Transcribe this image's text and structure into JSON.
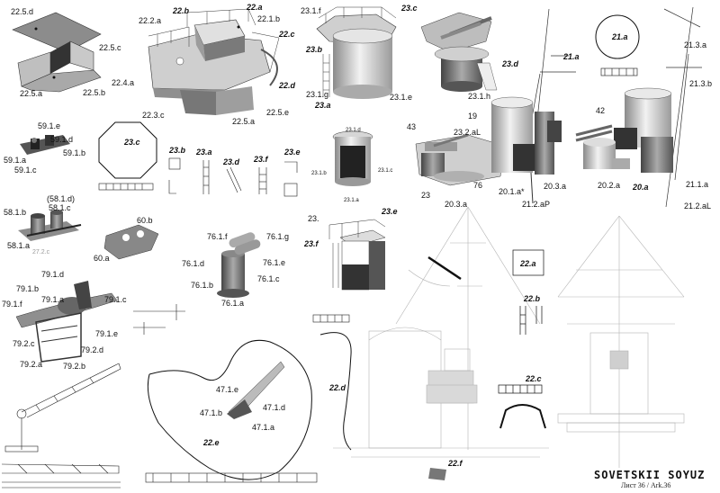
{
  "sheet": {
    "title": "SOVETSKII SOYUZ",
    "subtitle": "Лист 36 / Ark.36"
  },
  "labels": {
    "l_22_5_d": "22.5.d",
    "l_22_5_c": "22.5.c",
    "l_22_5_a_top": "22.5.a",
    "l_22_5_b": "22.5.b",
    "l_22_2_a": "22.2.a",
    "l_22_b": "22.b",
    "l_22_a": "22.a",
    "l_22_1_b": "22.1.b",
    "l_22_c": "22.c",
    "l_22_4_a": "22.4.a",
    "l_22_d": "22.d",
    "l_22_3_c": "22.3.c",
    "l_22_5_e": "22.5.e",
    "l_22_5_a": "22.5.a",
    "l_23_1_f": "23.1.f",
    "l_23_c": "23.c",
    "l_23_b": "23.b",
    "l_23_1_g": "23.1.g",
    "l_23_a": "23.a",
    "l_23_1_e": "23.1.e",
    "l_23_d": "23.d",
    "l_23_1_h": "23.1.h",
    "l_21_a_top": "21.a",
    "l_21_a_circle": "21.a",
    "l_21_3_a": "21.3.a",
    "l_21_3_b": "21.3.b",
    "l_59_1_e": "59.1.e",
    "l_59_1_d": "59.1.d",
    "l_59_1_b": "59.1.b",
    "l_59_1_a": "59.1.a",
    "l_59_1_c": "59.1.c",
    "l_23_c_oct": "23.c",
    "l_23_b_s": "23.b",
    "l_23_a_s": "23.a",
    "l_23_d_s": "23.d",
    "l_23_f_s": "23.f",
    "l_23_e_s": "23.e",
    "l_23_1_d": "23.1.d",
    "l_23_1_b": "23.1.b",
    "l_23_1_c": "23.1.c",
    "l_23_1_a": "23.1.a",
    "l_43": "43",
    "l_19": "19",
    "l_23_2_aL": "23.2.aL",
    "l_42": "42",
    "l_23": "23",
    "l_76": "76",
    "l_20_3_a_l": "20.3.a",
    "l_20_1_a": "20.1.a*",
    "l_20_3_a_r": "20.3.a",
    "l_21_2_aP": "21.2.aP",
    "l_20_2_a": "20.2.a",
    "l_20_a": "20.a",
    "l_21_1_a": "21.1.a",
    "l_21_2_aL": "21.2.aL",
    "l_58_1_d": "(58.1.d)",
    "l_58_1_b": "58.1.b",
    "l_58_1_c": "58.1.c",
    "l_58_1_a": "58.1.a",
    "l_27_2_c": "27.2.c",
    "l_60_b": "60.b",
    "l_60_a": "60.a",
    "l_76_1_f": "76.1.f",
    "l_76_1_g": "76.1.g",
    "l_76_1_d": "76.1.d",
    "l_76_1_e": "76.1.e",
    "l_76_1_b": "76.1.b",
    "l_76_1_c": "76.1.c",
    "l_76_1_a": "76.1.a",
    "l_23_dot": "23.",
    "l_23_e_box": "23.e",
    "l_23_f_box": "23.f",
    "l_79_1_d": "79.1.d",
    "l_79_1_b": "79.1.b",
    "l_79_1_a": "79.1.a",
    "l_79_1_c": "79.1.c",
    "l_79_1_f": "79.1.f",
    "l_79_1_e": "79.1.e",
    "l_79_2_c": "79.2.c",
    "l_79_2_d": "79.2.d",
    "l_79_2_a": "79.2.a",
    "l_79_2_b": "79.2.b",
    "l_47_1_e": "47.1.e",
    "l_47_1_b": "47.1.b",
    "l_47_1_d": "47.1.d",
    "l_47_1_a": "47.1.a",
    "l_22_e": "22.e",
    "l_22_d_curve": "22.d",
    "l_22_a_box": "22.a",
    "l_22_b_r": "22.b",
    "l_22_c_r": "22.c",
    "l_22_f": "22.f"
  },
  "colors": {
    "ink": "#111111",
    "part_light": "#d9d9d9",
    "part_mid": "#a6a6a6",
    "part_dark": "#555555",
    "ghost_line": "#b3b3b3"
  }
}
